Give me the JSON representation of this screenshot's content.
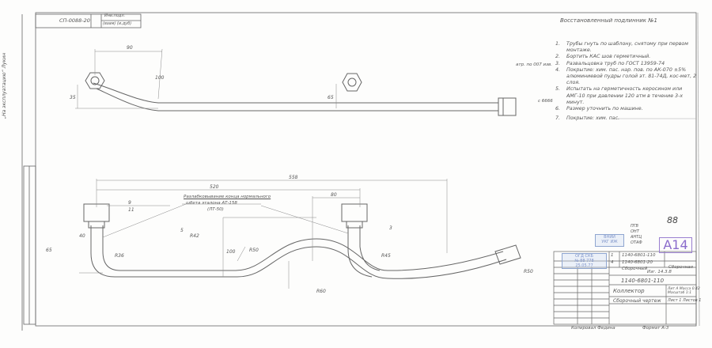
{
  "drawing": {
    "header_code": "СП-0088-20",
    "header_box_top": "Инв.подл.",
    "header_box_bottom": "(взам) (и.дуб)",
    "title_note": "Восстановленный подлинник №1",
    "side_note": "„На эксплуатацию“ Лукин",
    "notes": [
      {
        "num": "1.",
        "text": "Трубы гнуть по шаблону, снятому при первом монтаже."
      },
      {
        "num": "2.",
        "text": "Бортить КАС шов герметичный."
      },
      {
        "num": "3.",
        "text": "Развальцовка труб по ГОСТ 13959-74"
      },
      {
        "num": "4.",
        "text": "Покрытие: хим. пас. нар. пов. по АК-070 ±5% алюминиевой пудры голой эт. 81-74Д, кос-мет, 2 слоя."
      },
      {
        "num": "5.",
        "text": "Испытать на герметичность керосином или АМГ-10 при давлении 120 атм в течение 3-х минут."
      },
      {
        "num": "6.",
        "text": "Размер уточнить по машине."
      },
      {
        "num": "7.",
        "text": "Покрытие: хим. пас."
      }
    ],
    "note4_label": "атр. по 007 изв.",
    "note7_label": "с 6666",
    "dimensions": {
      "top": [
        "90",
        "100",
        "35",
        "65"
      ],
      "bottom": [
        "558",
        "520",
        "80",
        "9",
        "11",
        "40",
        "65",
        "R36",
        "R45",
        "100",
        "R50",
        "R60",
        "R50",
        "R42",
        "5",
        "3"
      ]
    },
    "callout": {
      "line1": "Разлабковывание конца нормального",
      "line2": "шбета эталона  АТ-158",
      "line3": "(ЛТ-50)"
    },
    "stamps": {
      "a14": "A14",
      "mark": "88",
      "box1_l1": "ВНИИ",
      "box1_l2": "УКГ ИЖ",
      "box2_l1": "ОГД СКБ",
      "box2_l2": "№ 88 778",
      "box2_l3": "25.05.77",
      "list": [
        "ПГВ",
        "ОНТ",
        "АНТЦ",
        "ОТАФ"
      ]
    },
    "title_block": {
      "spec_rows": [
        {
          "pos": "1",
          "code": "1140-6801-110"
        },
        {
          "pos": "4",
          "code": "1140-6801-20"
        }
      ],
      "col_label": "Сборочная",
      "doc_type": "Сборочный",
      "date": "Изг. 14.3.8",
      "number": "1140-6801-110",
      "name": "Коллектор",
      "sheet_info": [
        "Лит",
        "А",
        "Масса",
        "0.42",
        "Масштаб",
        "1:1"
      ],
      "drawing_type": "Сборочный чертеж",
      "sheet": "Лист 1  Листов 1",
      "copied": "Копировал  Федина",
      "format": "Формат  А-3"
    }
  }
}
